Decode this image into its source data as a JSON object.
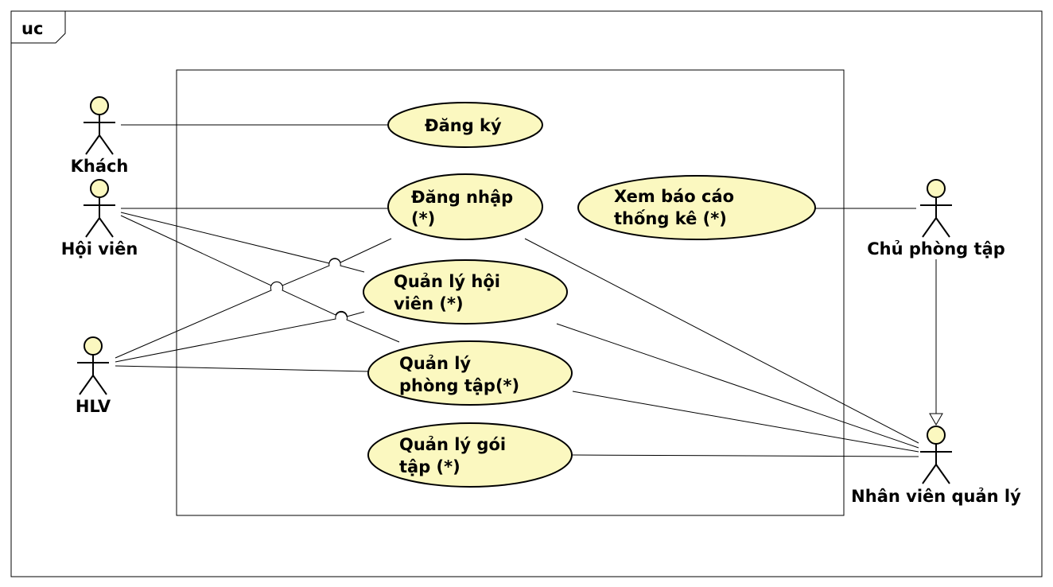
{
  "frame": {
    "label": "uc"
  },
  "actors": {
    "khach": {
      "label": "Khách"
    },
    "hoi_vien": {
      "label": "Hội viên"
    },
    "hlv": {
      "label": "HLV"
    },
    "chu_phong_tap": {
      "label": "Chủ phòng tập"
    },
    "nhan_vien_quan_ly": {
      "label": "Nhân viên quản lý"
    }
  },
  "use_cases": {
    "dang_ky": {
      "lines": [
        "Đăng ký"
      ]
    },
    "dang_nhap": {
      "lines": [
        "Đăng nhập",
        "(*)"
      ]
    },
    "xem_bao_cao": {
      "lines": [
        "Xem báo cáo",
        "thống kê (*)"
      ]
    },
    "quan_ly_hoi_vien": {
      "lines": [
        "Quản lý hội",
        "viên (*)"
      ]
    },
    "quan_ly_phong_tap": {
      "lines": [
        "Quản lý",
        "phòng tập(*)"
      ]
    },
    "quan_ly_goi_tap": {
      "lines": [
        "Quản lý gói",
        "tập (*)"
      ]
    }
  }
}
